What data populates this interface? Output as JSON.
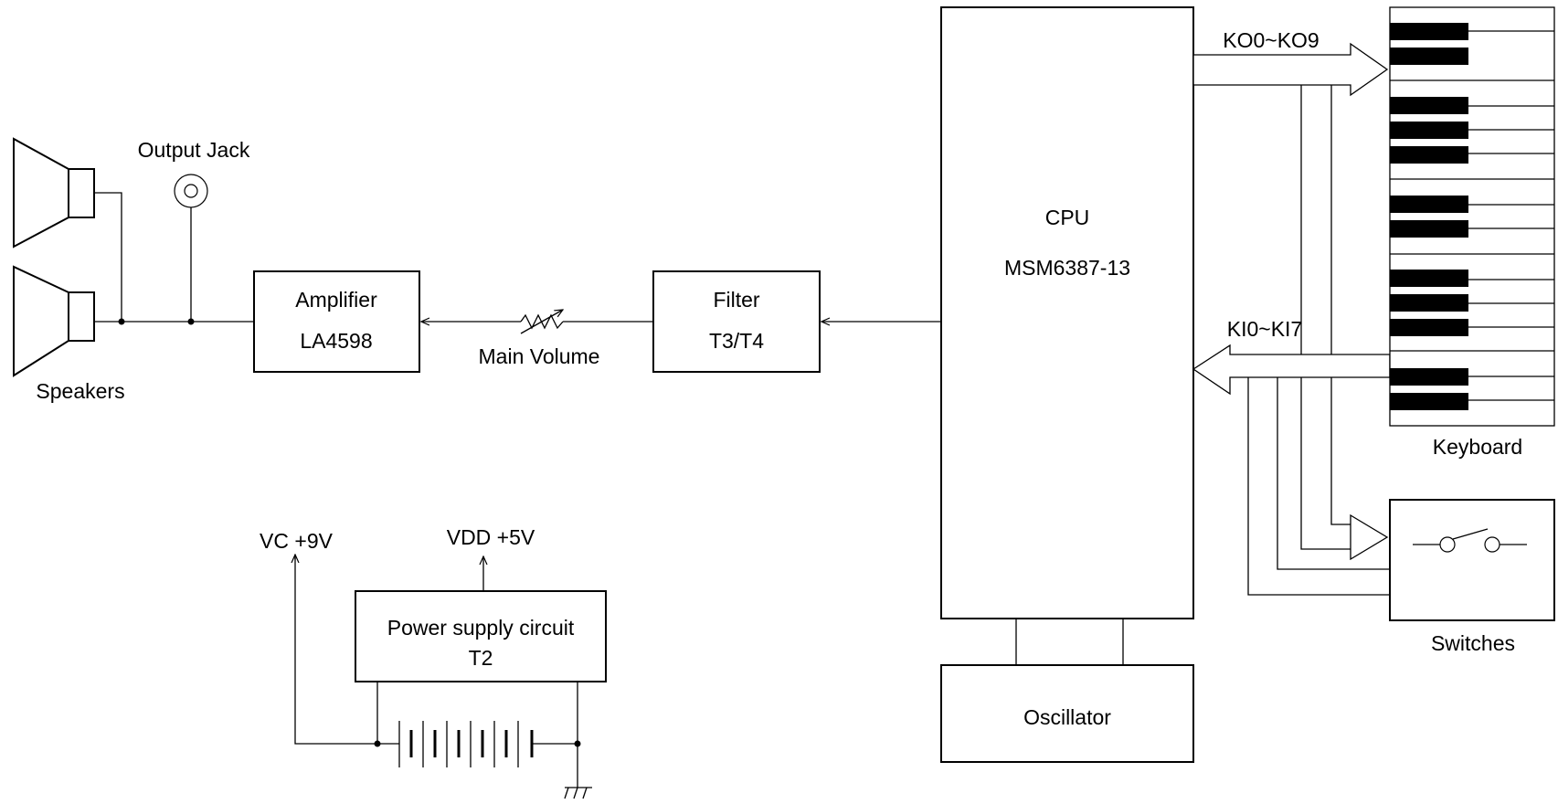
{
  "blocks": {
    "cpu": {
      "title": "CPU",
      "part": "MSM6387-13"
    },
    "amplifier": {
      "title": "Amplifier",
      "part": "LA4598"
    },
    "filter": {
      "title": "Filter",
      "part": "T3/T4"
    },
    "oscillator": {
      "title": "Oscillator"
    },
    "power_supply": {
      "title": "Power supply circuit",
      "part": "T2"
    }
  },
  "labels": {
    "output_jack": "Output Jack",
    "speakers": "Speakers",
    "main_volume": "Main Volume",
    "keyboard": "Keyboard",
    "switches": "Switches",
    "bus_out": "KO0~KO9",
    "bus_in": "KI0~KI7",
    "vc": "VC +9V",
    "vdd": "VDD +5V"
  }
}
